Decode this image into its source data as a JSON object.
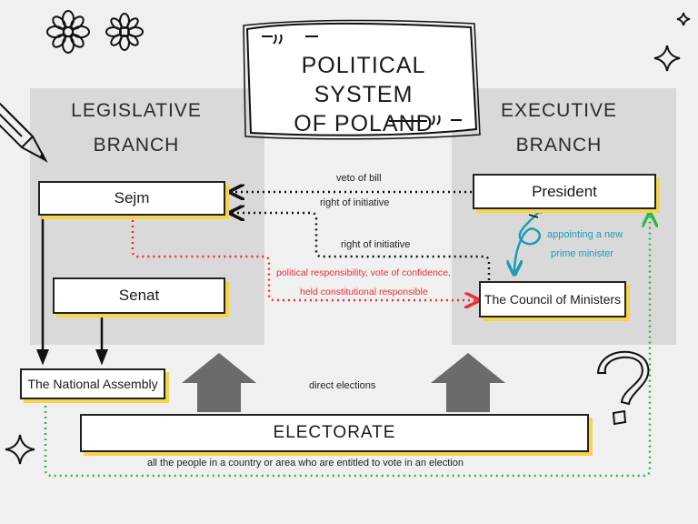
{
  "title": {
    "line1": "POLITICAL SYSTEM",
    "line2": "OF POLAND"
  },
  "legislative": {
    "title": "LEGISLATIVE\nBRANCH",
    "sejm": "Sejm",
    "senat": "Senat",
    "assembly": "The National Assembly"
  },
  "executive": {
    "title": "EXECUTIVE\nBRANCH",
    "president": "President",
    "council": "The Council of Ministers"
  },
  "electorate": {
    "label": "ELECTORATE",
    "definition": "all the people in a country or area who are entitled to vote in an election"
  },
  "relations": {
    "veto": "veto of bill",
    "initiative_president": "right of initiative",
    "initiative_council": "right of initiative",
    "responsibility_1": "political responsibility, vote of confidence,",
    "responsibility_2": "held constitutional responsible",
    "appointing_1": "appointing a new",
    "appointing_2": "prime minister",
    "direct_elections": "direct elections"
  },
  "colors": {
    "panel": "#d9d9d9",
    "shadow": "#f5d44a",
    "red": "#e8313a",
    "green": "#2fb84a",
    "teal": "#1f9bb5",
    "arrow": "#6b6b6b"
  }
}
